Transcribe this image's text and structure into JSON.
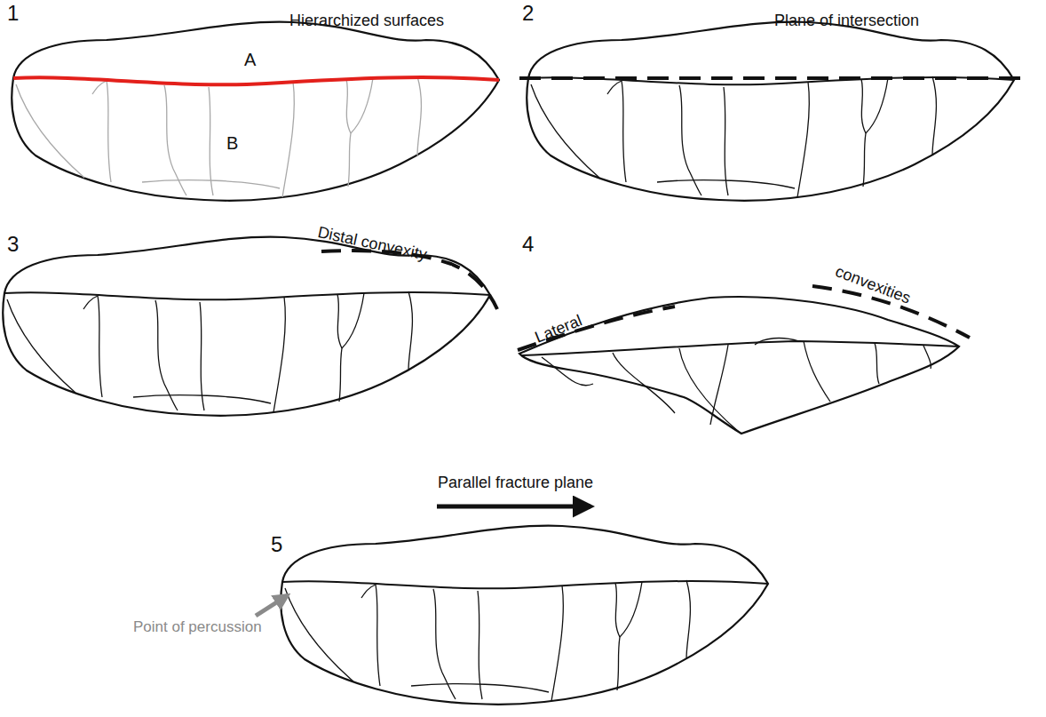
{
  "diagram": {
    "labels": [
      "1",
      "Hierarchized surfaces",
      "A",
      "B",
      "2",
      "Plane of intersection",
      "3",
      "Distal convexity",
      "4",
      "Lateral",
      "convexities",
      "5",
      "Parallel fracture plane",
      "Point of percussion"
    ]
  }
}
